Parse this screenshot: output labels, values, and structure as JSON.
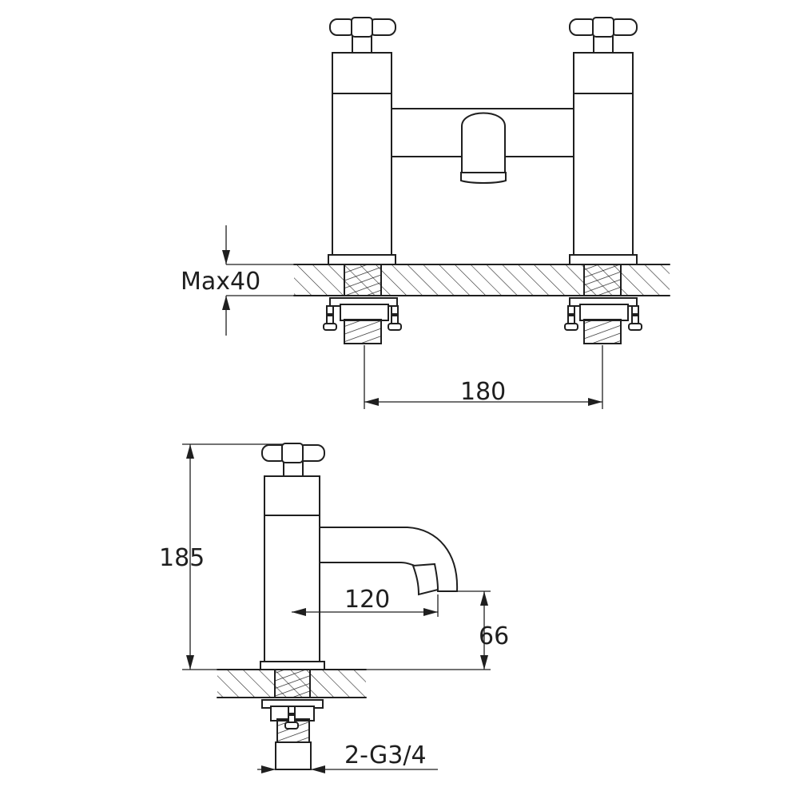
{
  "dimensions": {
    "max_thickness": "Max40",
    "centre_spacing": "180",
    "overall_height": "185",
    "spout_reach": "120",
    "spout_height": "66",
    "connection": "2-G3/4"
  }
}
